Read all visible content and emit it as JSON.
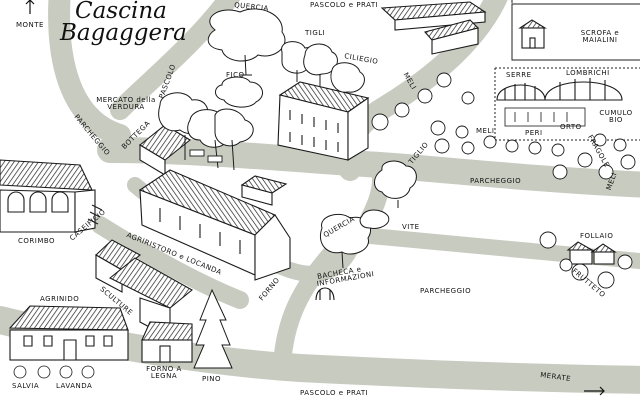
{
  "title_line1": "Cascina",
  "title_line2": "Bagaggera",
  "labels": {
    "monte": "MONTE",
    "quercia_top": "QUERCIA",
    "tigli": "TIGLI",
    "pascolo_prati_top": "PASCOLO e PRATI",
    "ciliegio": "CILIEGIO",
    "scrofa_maialini": "SCROFA e MAIALINI",
    "pascolo_side": "PASCOLO",
    "fico": "FICO",
    "meli_top": "MELI",
    "serre": "SERRE",
    "lombrichi": "LOMBRICHI",
    "mercato_verdura": "MERCATO della VERDURA",
    "parcheggio_left": "PARCHEGGIO",
    "bottega": "BOTTEGA",
    "cumulo_bio": "CUMULO BIO",
    "meli_mid": "MELI",
    "peri": "PERI",
    "orto": "ORTO",
    "fragole": "FRAGOLE",
    "meli_right": "MELI",
    "tiglio": "TIGLIO",
    "parcheggio_mid": "PARCHEGGIO",
    "corimbo": "CORIMBO",
    "caseificio": "CASEIFICIO",
    "agriristoro": "AGRIRISTORO e LOCANDA",
    "forno": "FORNO",
    "quercia_mid": "QUERCIA",
    "vite": "VITE",
    "follaio": "FOLLAIO",
    "bacheca": "BACHECA e INFORMAZIONI",
    "frutteto": "FRUTTETO",
    "parcheggio_bottom": "PARCHEGGIO",
    "sculture": "SCULTURE",
    "agrinido": "AGRINIDO",
    "salvia": "SALVIA",
    "lavanda": "LAVANDA",
    "forno_legna": "FORNO A LEGNA",
    "pino": "PINO",
    "pascolo_prati_bottom": "PASCOLO e PRATI",
    "merate": "MERATE"
  },
  "colors": {
    "road": "#c8cbc0",
    "ink": "#1a1a1a",
    "roof": "#2a2a2a",
    "paper": "#ffffff"
  },
  "icons": [
    "north-arrow-icon",
    "destination-arrow-icon",
    "swing-icon"
  ]
}
